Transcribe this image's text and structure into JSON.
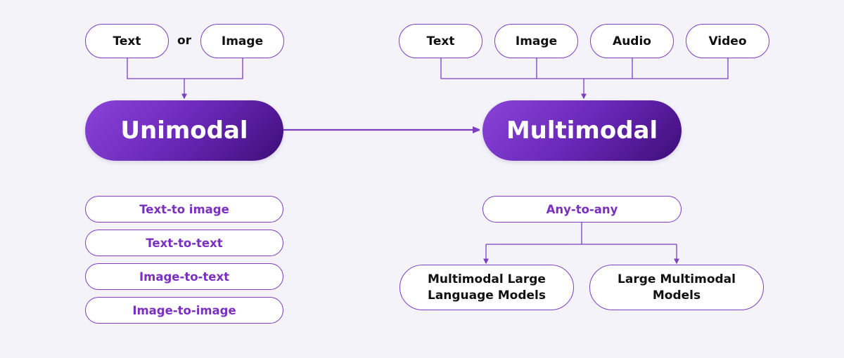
{
  "unimodal": {
    "title": "Unimodal",
    "inputs": [
      "Text",
      "Image"
    ],
    "connector_word": "or",
    "tasks": [
      "Text-to image",
      "Text-to-text",
      "Image-to-text",
      "Image-to-image"
    ]
  },
  "multimodal": {
    "title": "Multimodal",
    "inputs": [
      "Text",
      "Image",
      "Audio",
      "Video"
    ],
    "task": "Any-to-any",
    "model_types": [
      {
        "line1": "Multimodal Large",
        "line2": "Language Models"
      },
      {
        "line1": "Large Multimodal",
        "line2": "Models"
      }
    ]
  },
  "colors": {
    "accent": "#7c3fbf",
    "accent_text": "#7a2fbf",
    "gradient_start": "#8a44d8",
    "gradient_end": "#3e0d78",
    "background": "#f3f3f9"
  }
}
